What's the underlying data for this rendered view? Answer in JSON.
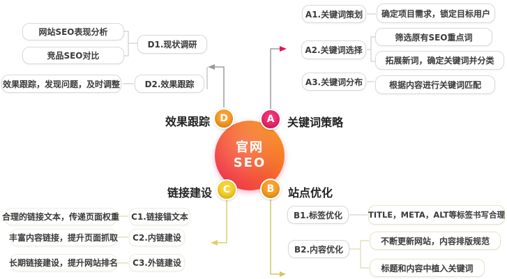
{
  "center": {
    "line1": "官网",
    "line2": "SEO"
  },
  "colors": {
    "center_gradient_top": "#f8a01f",
    "center_gradient_bottom": "#ee2a5b",
    "branch_a": "#e3125c",
    "branch_b": "#f0930f",
    "branch_c": "#eec31a",
    "branch_d": "#f08c12",
    "connector_gray": "#9b9b9b",
    "connector_yellow": "#dcd06a",
    "box_border": "#d9d9d9",
    "text": "#3a3a3a"
  },
  "branches": {
    "a": {
      "letter": "A",
      "category": "关键词策略"
    },
    "b": {
      "letter": "B",
      "category": "站点优化"
    },
    "c": {
      "letter": "C",
      "category": "链接建设"
    },
    "d": {
      "letter": "D",
      "category": "效果跟踪"
    }
  },
  "sections": {
    "a": {
      "nodes": [
        {
          "label": "A1.关键词策划"
        },
        {
          "label": "A2.关键词选择"
        },
        {
          "label": "A3.关键词分布"
        }
      ],
      "details": [
        {
          "text": "确定项目需求，锁定目标用户"
        },
        {
          "text": "筛选原有SEO重点词"
        },
        {
          "text": "拓展新词，确定关键词并分类"
        },
        {
          "text": "根据内容进行关键词匹配"
        }
      ]
    },
    "b": {
      "nodes": [
        {
          "label": "B1.标签优化"
        },
        {
          "label": "B2.内容优化"
        }
      ],
      "details": [
        {
          "text": "TITLE，META，ALT等标签书写合理"
        },
        {
          "text": "不断更新网站，内容排版规范"
        },
        {
          "text": "标题和内容中植入关键词"
        }
      ]
    },
    "c": {
      "nodes": [
        {
          "label": "C1.链接锚文本"
        },
        {
          "label": "C2.内链建设"
        },
        {
          "label": "C3.外链建设"
        }
      ],
      "details": [
        {
          "text": "合理的链接文本，传递页面权重"
        },
        {
          "text": "丰富内容链接，提升页面抓取"
        },
        {
          "text": "长期链接建设，提升网站排名"
        }
      ]
    },
    "d": {
      "nodes": [
        {
          "label": "D1.现状调研"
        },
        {
          "label": "D2.效果跟踪"
        }
      ],
      "details": [
        {
          "text": "网站SEO表现分析"
        },
        {
          "text": "竞品SEO对比"
        },
        {
          "text": "效果跟踪，发现问题，及时调整"
        }
      ]
    }
  }
}
